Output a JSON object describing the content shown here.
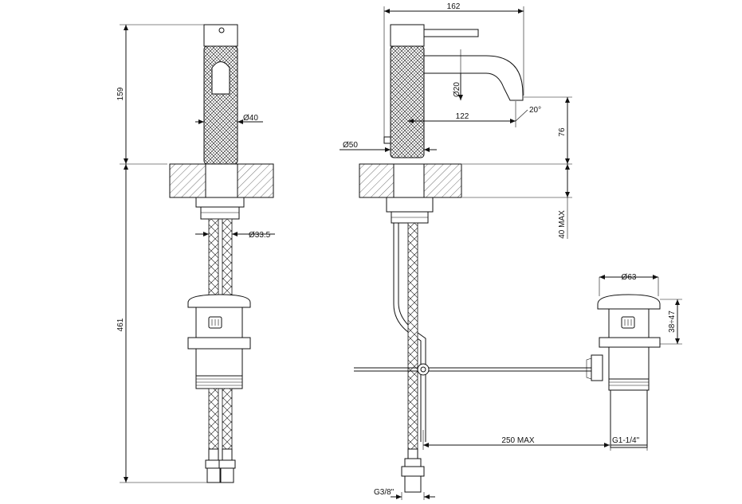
{
  "dimensions": {
    "front_height_upper": "159",
    "front_height_total": "461",
    "lever_diameter": "Ø40",
    "stem_diameter": "Ø33.5",
    "side_width_total": "162",
    "spout_outlet_diameter": "Ø20",
    "spout_reach": "122",
    "spout_angle": "20°",
    "body_diameter": "Ø50",
    "spout_height": "76",
    "deck_thickness_max": "40 MAX",
    "waste_cap_diameter": "Ø63",
    "waste_cap_lift": "38÷47",
    "pull_rod_max": "250 MAX",
    "waste_thread": "G1-1/4\"",
    "hose_thread": "G3/8\""
  }
}
